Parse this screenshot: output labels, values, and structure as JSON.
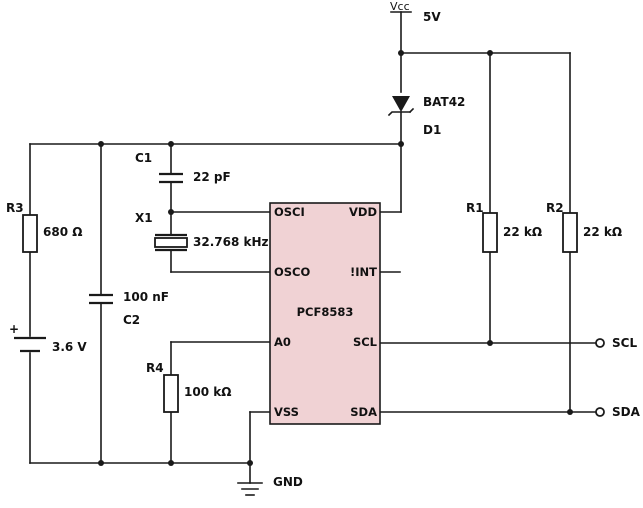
{
  "colors": {
    "wire": "#1a1a1a",
    "ic_fill": "#f0d2d4",
    "background": "#ffffff"
  },
  "supply": {
    "vcc_label": "Vcc",
    "voltage": "5V"
  },
  "ground": {
    "label": "GND"
  },
  "diode": {
    "ref": "D1",
    "part": "BAT42"
  },
  "battery": {
    "voltage": "3.6 V"
  },
  "resistors": {
    "r1": {
      "ref": "R1",
      "value": "22 kΩ"
    },
    "r2": {
      "ref": "R2",
      "value": "22 kΩ"
    },
    "r3": {
      "ref": "R3",
      "value": "680 Ω"
    },
    "r4": {
      "ref": "R4",
      "value": "100 kΩ"
    }
  },
  "capacitors": {
    "c1": {
      "ref": "C1",
      "value": "22 pF"
    },
    "c2": {
      "ref": "C2",
      "value": "100 nF"
    }
  },
  "crystal": {
    "ref": "X1",
    "value": "32.768 kHz"
  },
  "ic": {
    "name": "PCF8583",
    "pins": {
      "osci": "OSCI",
      "osco": "OSCO",
      "a0": "A0",
      "vss": "VSS",
      "vdd": "VDD",
      "int": "!INT",
      "scl": "SCL",
      "sda": "SDA"
    }
  },
  "terminals": {
    "scl": "SCL",
    "sda": "SDA"
  }
}
